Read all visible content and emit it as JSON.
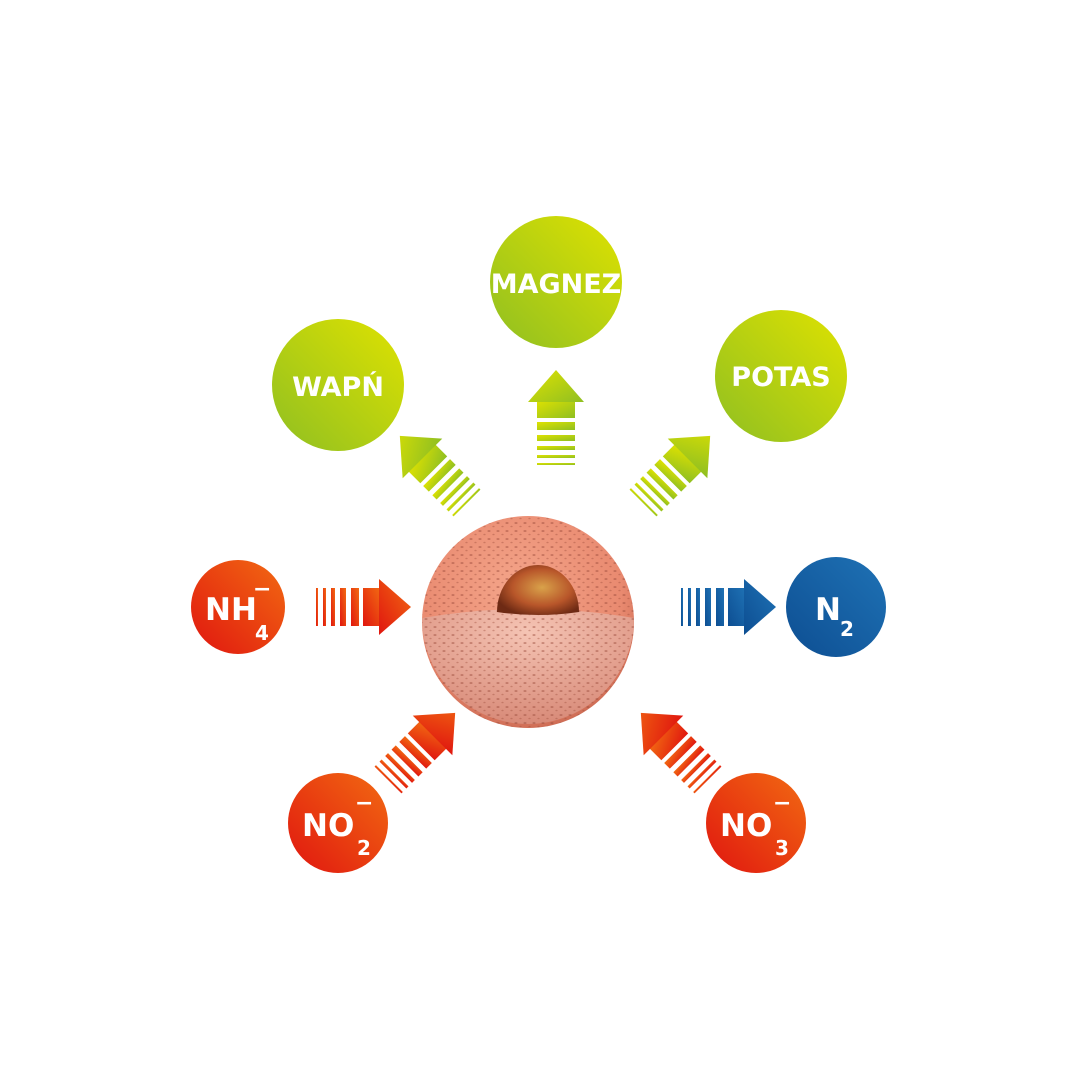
{
  "outputs": [
    {
      "id": "magnez",
      "label": "MAGNEZ"
    },
    {
      "id": "wapn",
      "label": "WAPŃ"
    },
    {
      "id": "potas",
      "label": "POTAS"
    }
  ],
  "inputs": [
    {
      "id": "nh4",
      "base": "NH",
      "sub": "4",
      "sup": "−"
    },
    {
      "id": "no2",
      "base": "NO",
      "sub": "2",
      "sup": "−"
    },
    {
      "id": "no3",
      "base": "NO",
      "sub": "3",
      "sup": "−"
    }
  ],
  "product": {
    "id": "n2",
    "base": "N",
    "sub": "2"
  },
  "colors": {
    "green_a": "#8fbf22",
    "green_b": "#dfe200",
    "red_a": "#e0160f",
    "red_b": "#f26a12",
    "blue_a": "#0d4e92",
    "blue_b": "#1f72b5"
  }
}
